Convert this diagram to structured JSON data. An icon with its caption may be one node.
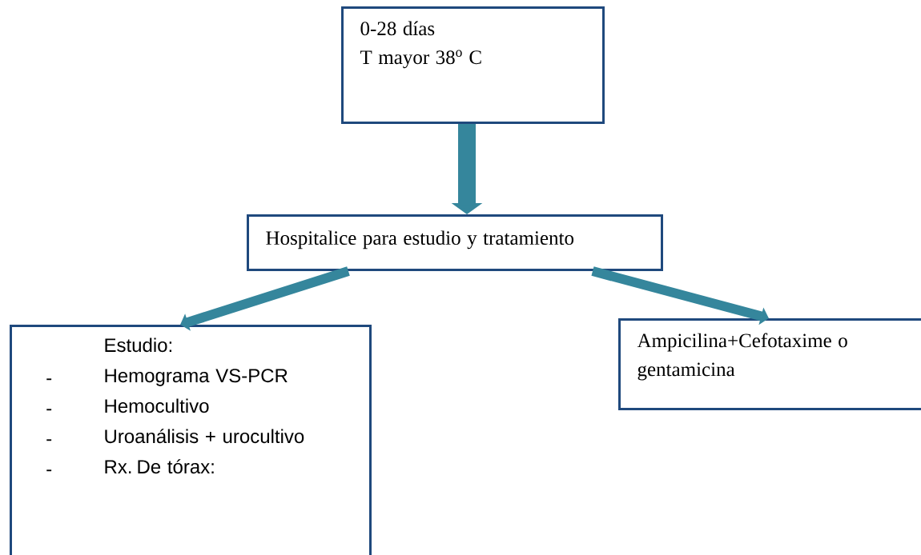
{
  "diagram": {
    "nodes": [
      {
        "text": [
          "0-28 días",
          "T mayor 38$^{o}$ C"
        ]
      },
      {
        "text": [
          "Hospitalice para estudio y tratamiento"
        ]
      },
      {
        "text": [
          "Estudio:",
          "Hemograma VS-PCR",
          "Hemocultivo",
          "Uroanálisis + urocultivo",
          "Rx. De tórax:"
        ]
      },
      {
        "text": [
          "Ampicilina+Cefotaxime o gentamicina"
        ]
      }
    ],
    "edges": [
      {
        "from": 0,
        "to": 1,
        "arrow": "to",
        "style": "thick"
      },
      {
        "from": 1,
        "to": 2,
        "arrow": "to"
      },
      {
        "from": 1,
        "to": 3,
        "arrow": "to"
      }
    ],
    "labels": [
      "-",
      "-",
      "-",
      "-"
    ]
  }
}
